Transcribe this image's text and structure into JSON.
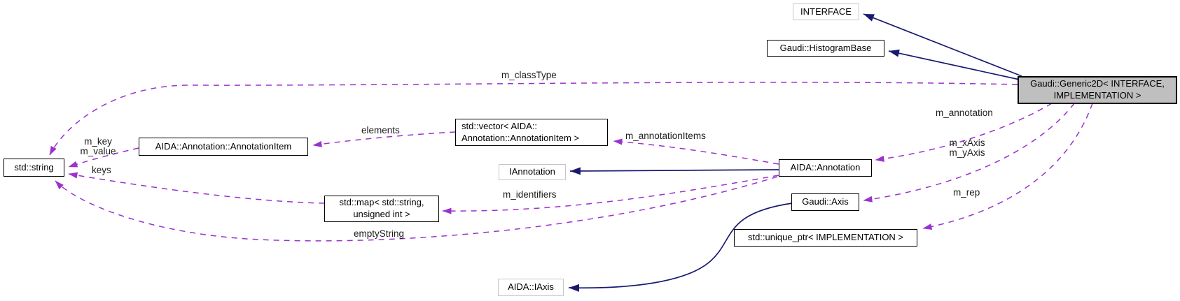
{
  "diagram_type": "doxygen-collaboration-diagram",
  "colors": {
    "usage_edge": "#9a32cd",
    "inheritance_edge": "#191970",
    "highlight_fill": "#bfbfbf",
    "undocumented_border": "#c6c6c6",
    "node_border": "#000000",
    "background": "#ffffff"
  },
  "nodes": {
    "interface": {
      "label": "INTERFACE"
    },
    "histogram_base": {
      "label": "Gaudi::HistogramBase"
    },
    "generic2d": {
      "line1": "Gaudi::Generic2D< INTERFACE,",
      "line2": "IMPLEMENTATION >"
    },
    "std_string": {
      "label": "std::string"
    },
    "annotation_item": {
      "label": "AIDA::Annotation::AnnotationItem"
    },
    "std_vector": {
      "line1": "std::vector< AIDA::",
      "line2": "Annotation::AnnotationItem >"
    },
    "iannotation": {
      "label": "IAnnotation"
    },
    "aida_annotation": {
      "label": "AIDA::Annotation"
    },
    "std_map": {
      "line1": "std::map< std::string,",
      "line2": "unsigned int >"
    },
    "gaudi_axis": {
      "label": "Gaudi::Axis"
    },
    "unique_ptr": {
      "label": "std::unique_ptr< IMPLEMENTATION >"
    },
    "aida_iaxis": {
      "label": "AIDA::IAxis"
    }
  },
  "edge_labels": {
    "m_classType": "m_classType",
    "m_key": "m_key",
    "m_value": "m_value",
    "keys": "keys",
    "elements": "elements",
    "m_annotationItems": "m_annotationItems",
    "m_identifiers": "m_identifiers",
    "emptyString": "emptyString",
    "m_annotation": "m_annotation",
    "m_xAxis": "m_xAxis",
    "m_yAxis": "m_yAxis",
    "m_rep": "m_rep"
  }
}
